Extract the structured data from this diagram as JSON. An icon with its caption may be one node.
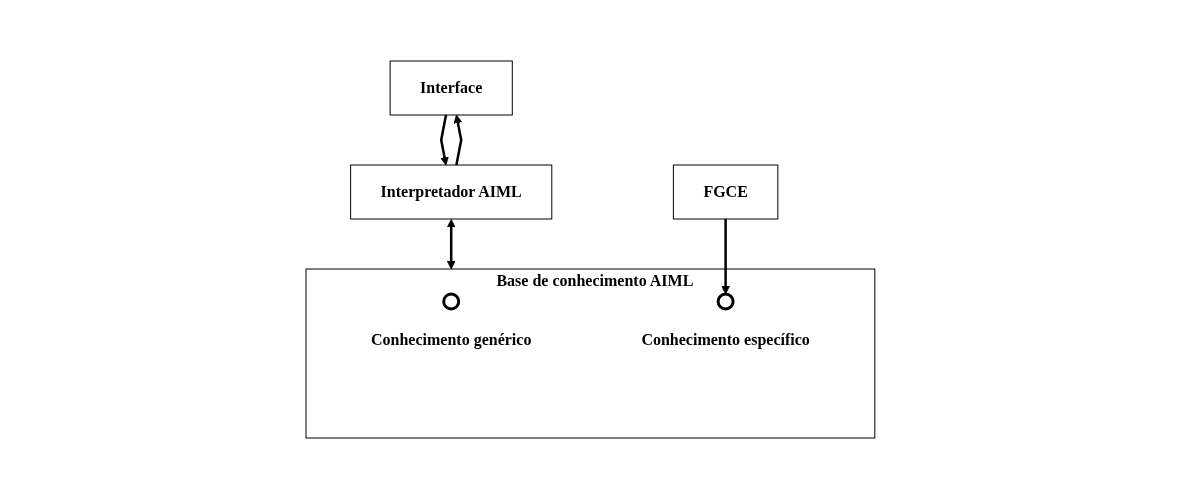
{
  "diagram": {
    "nodes": [
      {
        "text": [
          "Interface"
        ]
      },
      {
        "text": [
          "Interpretador AIML"
        ]
      },
      {
        "text": [
          "FGCE"
        ]
      },
      {
        "text": [
          "Base de conhecimento AIML"
        ]
      },
      {
        "text": [],
        "shape": "circle",
        "in": 3,
        "beside": [
          "Conhecimento genérico"
        ]
      },
      {
        "text": [],
        "shape": "circle",
        "in": 3,
        "beside": [
          "Conhecimento específico"
        ]
      }
    ],
    "edges": [
      {
        "from": 0,
        "to": 1,
        "arrow": "to"
      },
      {
        "from": 1,
        "to": 0,
        "arrow": "to"
      },
      {
        "from": 1,
        "to": 3,
        "arrow": "both"
      },
      {
        "from": 2,
        "to": 5,
        "arrow": "to"
      }
    ]
  }
}
